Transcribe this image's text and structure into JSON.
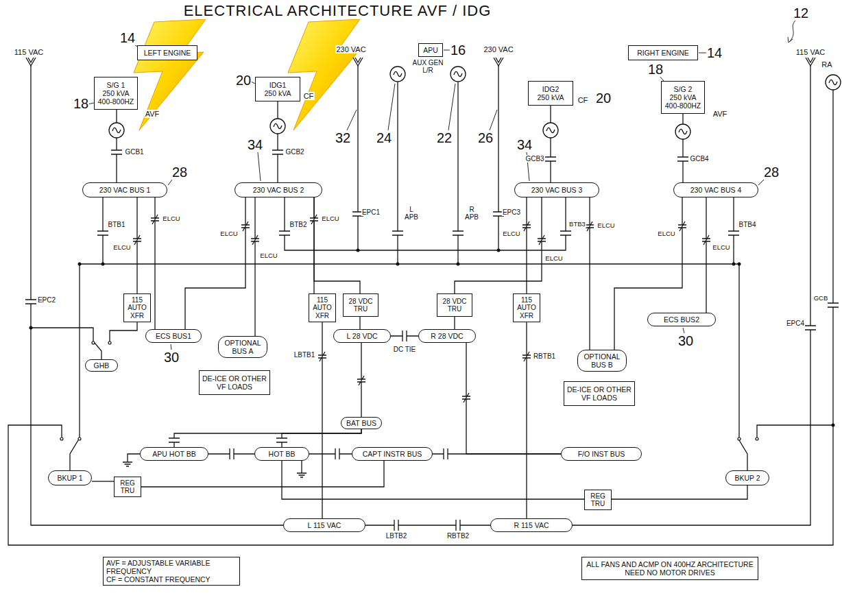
{
  "diagram": {
    "title": "ELECTRICAL ARCHITECTURE AVF / IDG",
    "nodes": [
      {
        "text": [
          "LEFT ENGINE"
        ]
      },
      {
        "text": [
          "APU"
        ]
      },
      {
        "text": [
          "RIGHT ENGINE"
        ]
      },
      {
        "text": [
          "S/G 1",
          "250 kVA",
          "400-800HZ"
        ]
      },
      {
        "text": [
          "IDG1",
          "250 kVA"
        ]
      },
      {
        "text": [
          "IDG2",
          "250 kVA"
        ]
      },
      {
        "text": [
          "S/G 2",
          "250 kVA",
          "400-800HZ"
        ]
      },
      {
        "text": [
          "230 VAC BUS 1"
        ]
      },
      {
        "text": [
          "230 VAC BUS 2"
        ]
      },
      {
        "text": [
          "230 VAC BUS 3"
        ]
      },
      {
        "text": [
          "230 VAC BUS 4"
        ]
      },
      {
        "text": [
          "115 AUTO XFR"
        ]
      },
      {
        "text": [
          "ECS BUS1"
        ]
      },
      {
        "text": [
          "OPTIONAL BUS A"
        ]
      },
      {
        "text": [
          "115 AUTO XFR"
        ]
      },
      {
        "text": [
          "28 VDC TRU"
        ]
      },
      {
        "text": [
          "28 VDC TRU"
        ]
      },
      {
        "text": [
          "115 AUTO XFR"
        ]
      },
      {
        "text": [
          "ECS BUS2"
        ]
      },
      {
        "text": [
          "OPTIONAL BUS B"
        ]
      },
      {
        "text": [
          "GHB"
        ]
      },
      {
        "text": [
          "L 28 VDC"
        ]
      },
      {
        "text": [
          "R 28 VDC"
        ]
      },
      {
        "text": [
          "DE-ICE OR OTHER VF LOADS"
        ]
      },
      {
        "text": [
          "DE-ICE OR OTHER VF LOADS"
        ]
      },
      {
        "text": [
          "BAT BUS"
        ]
      },
      {
        "text": [
          "APU HOT BB"
        ]
      },
      {
        "text": [
          "HOT BB"
        ]
      },
      {
        "text": [
          "CAPT INSTR BUS"
        ]
      },
      {
        "text": [
          "F/O INST BUS"
        ]
      },
      {
        "text": [
          "BKUP 1"
        ]
      },
      {
        "text": [
          "BKUP 2"
        ]
      },
      {
        "text": [
          "REG TRU"
        ]
      },
      {
        "text": [
          "REG TRU"
        ]
      },
      {
        "text": [
          "L 115 VAC"
        ]
      },
      {
        "text": [
          "R 115 VAC"
        ]
      },
      {
        "text": [
          "ALL FANS AND ACMP ON 400HZ ARCHITECTURE NEED NO MOTOR DRIVES"
        ]
      }
    ],
    "edges": [
      {
        "from": 3,
        "to": 7,
        "arrow": "none"
      },
      {
        "from": 4,
        "to": 8,
        "arrow": "none"
      },
      {
        "from": 5,
        "to": 9,
        "arrow": "none"
      },
      {
        "from": 6,
        "to": 10,
        "arrow": "none"
      },
      {
        "from": 7,
        "to": 11,
        "arrow": "none"
      },
      {
        "from": 7,
        "to": 12,
        "arrow": "none"
      },
      {
        "from": 8,
        "to": 12,
        "arrow": "none"
      },
      {
        "from": 8,
        "to": 13,
        "arrow": "none"
      },
      {
        "from": 8,
        "to": 14,
        "arrow": "none"
      },
      {
        "from": 8,
        "to": 15,
        "arrow": "none"
      },
      {
        "from": 14,
        "to": 34,
        "arrow": "none"
      },
      {
        "from": 15,
        "to": 21,
        "arrow": "none"
      },
      {
        "from": 9,
        "to": 17,
        "arrow": "none"
      },
      {
        "from": 9,
        "to": 16,
        "arrow": "none"
      },
      {
        "from": 16,
        "to": 22,
        "arrow": "none"
      },
      {
        "from": 17,
        "to": 35,
        "arrow": "none"
      },
      {
        "from": 9,
        "to": 19,
        "arrow": "none"
      },
      {
        "from": 10,
        "to": 19,
        "arrow": "none"
      },
      {
        "from": 10,
        "to": 18,
        "arrow": "none"
      },
      {
        "from": 21,
        "to": 22,
        "arrow": "none"
      },
      {
        "from": 21,
        "to": 25,
        "arrow": "none"
      },
      {
        "from": 25,
        "to": 26,
        "arrow": "none"
      },
      {
        "from": 25,
        "to": 27,
        "arrow": "none"
      },
      {
        "from": 26,
        "to": 27,
        "arrow": "none"
      },
      {
        "from": 27,
        "to": 28,
        "arrow": "none"
      },
      {
        "from": 28,
        "to": 29,
        "arrow": "none"
      },
      {
        "from": 22,
        "to": 29,
        "arrow": "none"
      },
      {
        "from": 30,
        "to": 32,
        "arrow": "none"
      },
      {
        "from": 32,
        "to": 28,
        "arrow": "none"
      },
      {
        "from": 31,
        "to": 33,
        "arrow": "none"
      },
      {
        "from": 33,
        "to": 27,
        "arrow": "none"
      },
      {
        "from": 34,
        "to": 35,
        "arrow": "none"
      }
    ],
    "labels": [
      "12",
      "14",
      "14",
      "16",
      "115 VAC",
      "230 VAC",
      "AUX GEN L/R",
      "230 VAC",
      "115 VAC",
      "RA",
      "18",
      "AVF",
      "20",
      "CF",
      "CF",
      "20",
      "18",
      "AVF",
      "32",
      "24",
      "22",
      "26",
      "GCB1",
      "34",
      "GCB2",
      "34",
      "GCB3",
      "GCB4",
      "28",
      "28",
      "EPC1",
      "L APB",
      "R APB",
      "EPC3",
      "BTB1",
      "BTB2",
      "BTB3",
      "BTB4",
      "GCB",
      "EPC2",
      "EPC4",
      "ELCU",
      "ELCU",
      "ELCU",
      "ELCU",
      "ELCU",
      "ELCU",
      "ELCU",
      "ELCU",
      "ELCU",
      "ELCU",
      "30",
      "30",
      "LBTB1",
      "RBTB1",
      "DC TIE",
      "LBTB2",
      "RBTB2"
    ],
    "legend": [
      {
        "text": "AVF = ADJUSTABLE VARIABLE FREQUENCY"
      },
      {
        "text": "CF = CONSTANT FREQUENCY"
      }
    ]
  }
}
